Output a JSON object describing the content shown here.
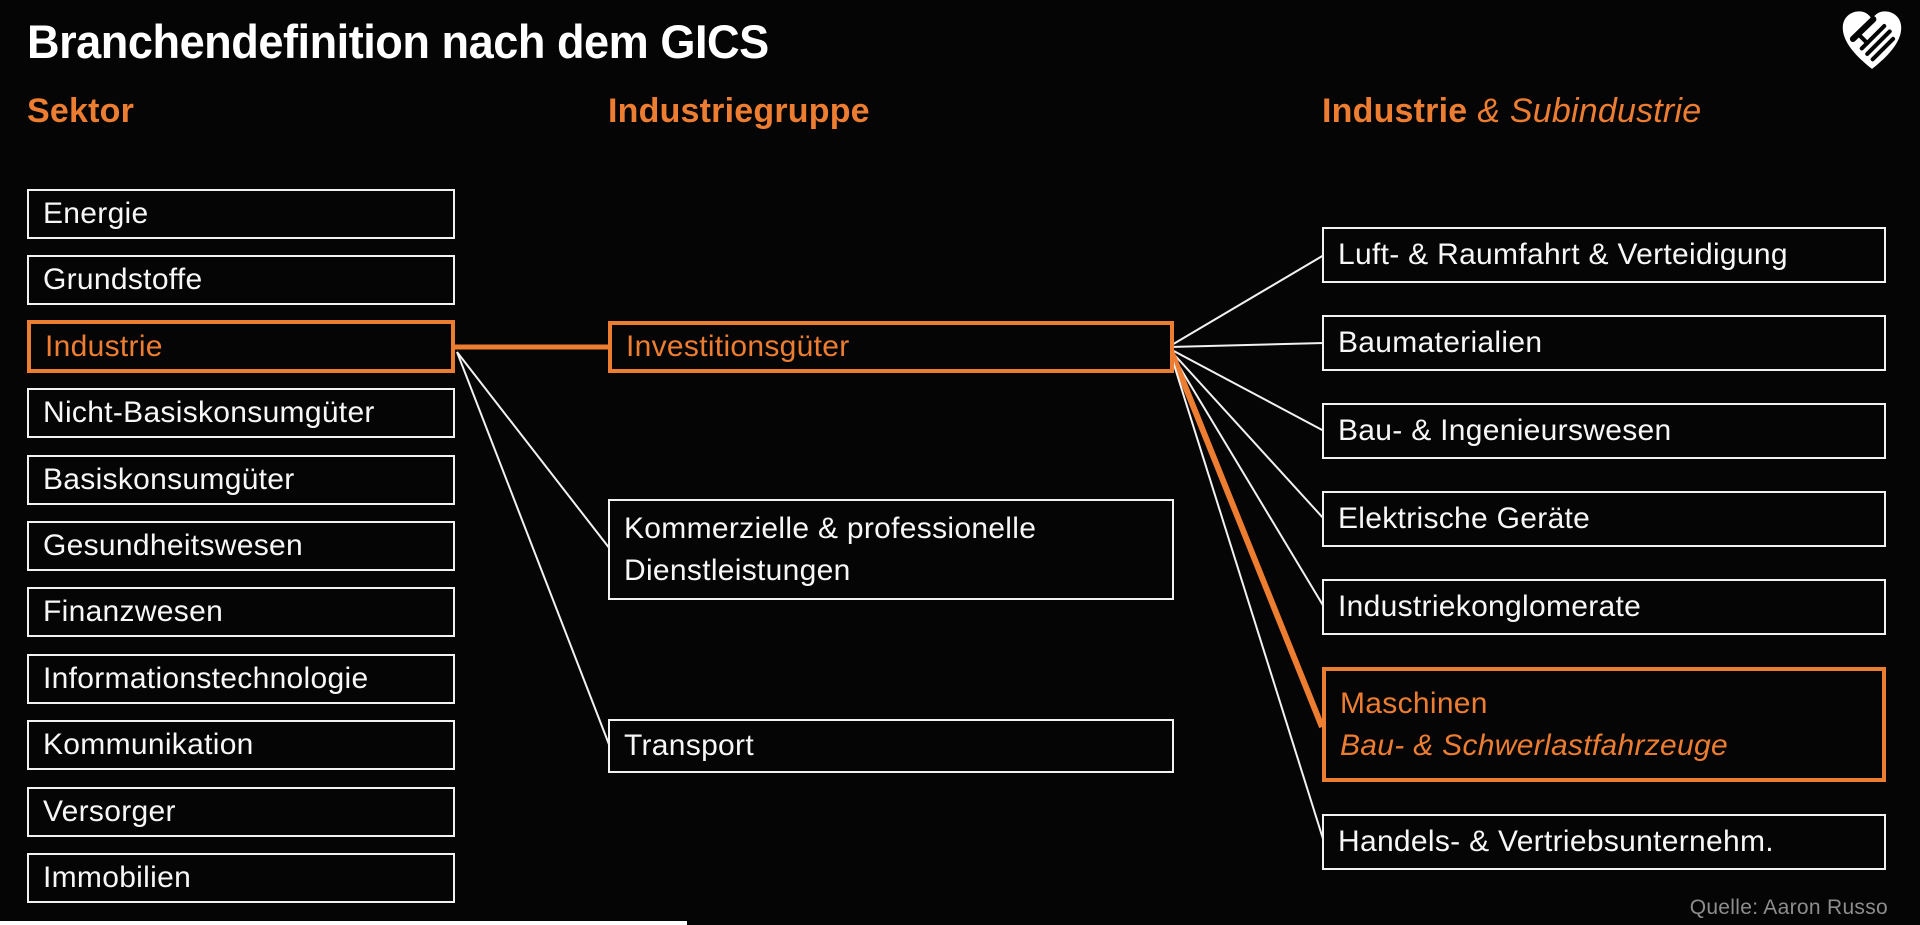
{
  "title": "Branchendefinition nach dem GICS",
  "source": "Quelle: Aaron Russo",
  "logo_name": "hands-forming-heart-logo",
  "colors": {
    "background": "#050505",
    "accent_orange": "#ED7D31",
    "box_border_white": "#F2F2F2",
    "text_white": "#F7F7F7",
    "source_gray": "#8D8D8D"
  },
  "columns": {
    "sektor": {
      "header": "Sektor",
      "items": [
        {
          "label": "Energie",
          "highlighted": false
        },
        {
          "label": "Grundstoffe",
          "highlighted": false
        },
        {
          "label": "Industrie",
          "highlighted": true
        },
        {
          "label": "Nicht-Basiskonsumgüter",
          "highlighted": false
        },
        {
          "label": "Basiskonsumgüter",
          "highlighted": false
        },
        {
          "label": "Gesundheitswesen",
          "highlighted": false
        },
        {
          "label": "Finanzwesen",
          "highlighted": false
        },
        {
          "label": "Informationstechnologie",
          "highlighted": false
        },
        {
          "label": "Kommunikation",
          "highlighted": false
        },
        {
          "label": "Versorger",
          "highlighted": false
        },
        {
          "label": "Immobilien",
          "highlighted": false
        }
      ]
    },
    "industriegruppe": {
      "header": "Industriegruppe",
      "items": [
        {
          "label": "Investitionsgüter",
          "highlighted": true
        },
        {
          "label": "Kommerzielle & professionelle Dienstleistungen",
          "line1": "Kommerzielle & professionelle",
          "line2": "Dienstleistungen",
          "highlighted": false
        },
        {
          "label": "Transport",
          "highlighted": false
        }
      ]
    },
    "industrie_subindustrie": {
      "header": "Industrie",
      "header_suffix": "& Subindustrie",
      "items": [
        {
          "label": "Luft- & Raumfahrt & Verteidigung",
          "highlighted": false
        },
        {
          "label": "Baumaterialien",
          "highlighted": false
        },
        {
          "label": "Bau- & Ingenieurswesen",
          "highlighted": false
        },
        {
          "label": "Elektrische Geräte",
          "highlighted": false
        },
        {
          "label": "Industriekonglomerate",
          "highlighted": false
        },
        {
          "label": "Maschinen",
          "sublabel": "Bau- & Schwerlastfahrzeuge",
          "highlighted": true
        },
        {
          "label": "Handels- & Vertriebsunternehm.",
          "highlighted": false
        }
      ]
    }
  },
  "connections": {
    "sektor_to_gruppe": {
      "source": "Industrie",
      "targets": [
        "Investitionsgüter",
        "Kommerzielle & professionelle Dienstleistungen",
        "Transport"
      ],
      "highlighted_target": "Investitionsgüter"
    },
    "gruppe_to_industrie": {
      "source": "Investitionsgüter",
      "targets": [
        "Luft- & Raumfahrt & Verteidigung",
        "Baumaterialien",
        "Bau- & Ingenieurswesen",
        "Elektrische Geräte",
        "Industriekonglomerate",
        "Maschinen",
        "Handels- & Vertriebsunternehm."
      ],
      "highlighted_target": "Maschinen"
    }
  }
}
